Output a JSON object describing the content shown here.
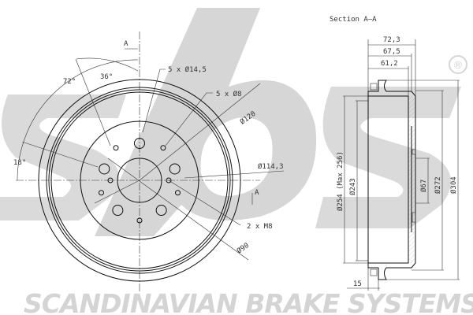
{
  "logo": {
    "text": "sbs",
    "registered_mark": "®",
    "tagline": "SCANDINAVIAN BRAKE SYSTEMS"
  },
  "front_view": {
    "section_marker": "A",
    "angles": [
      "72°",
      "36°",
      "18°"
    ],
    "callouts": [
      "5 x Ø14,5",
      "5 x Ø8",
      "Ø120",
      "Ø114,3",
      "2 x M8",
      "Ø90"
    ]
  },
  "section_view": {
    "title": "Section A–A",
    "dims_horizontal": [
      "72,3",
      "67,5",
      "61,2",
      "15"
    ],
    "dims_vertical": [
      "Ø254 (Max 256)",
      "Ø243",
      "Ø67",
      "Ø272",
      "Ø304"
    ]
  },
  "colors": {
    "watermark": "#d6d6d6",
    "lines": "#111111"
  }
}
